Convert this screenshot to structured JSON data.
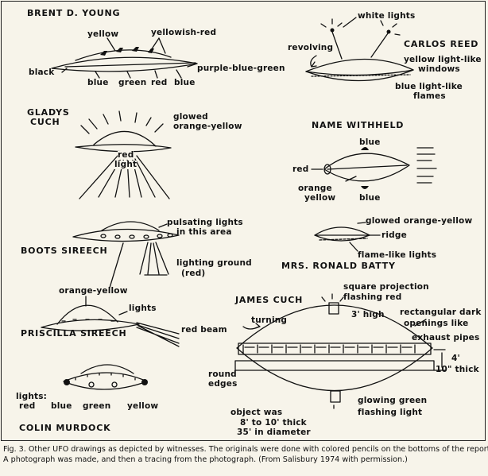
{
  "sketches": {
    "brent": {
      "name": "BRENT D. YOUNG",
      "yellow": "yellow",
      "yellowish_red": "yellowish-red",
      "black": "black",
      "purple": "purple-blue-green",
      "blue1": "blue",
      "green": "green",
      "red": "red",
      "blue2": "blue"
    },
    "carlos": {
      "name": "CARLOS REED",
      "white_lights": "white lights",
      "revolving": "revolving",
      "yellow_windows_1": "yellow light-like",
      "yellow_windows_2": "windows",
      "blue_flames_1": "blue light-like",
      "blue_flames_2": "flames"
    },
    "gladys": {
      "name_1": "GLADYS",
      "name_2": "CUCH",
      "glowed_1": "glowed",
      "glowed_2": "orange-yellow",
      "red_1": "red",
      "red_2": "light"
    },
    "withheld": {
      "name": "NAME WITHHELD",
      "blue_top": "blue",
      "red": "red",
      "orange_1": "orange",
      "orange_2": "yellow",
      "blue_bottom": "blue"
    },
    "boots": {
      "name": "BOOTS SIREECH",
      "pulsating_1": "pulsating lights",
      "pulsating_2": "in this area",
      "ground_1": "lighting ground",
      "ground_2": "(red)"
    },
    "batty": {
      "name": "MRS. RONALD BATTY",
      "glowed": "glowed orange-yellow",
      "ridge": "ridge",
      "flame": "flame-like lights"
    },
    "priscilla": {
      "name": "PRISCILLA SIREECH",
      "orange": "orange-yellow",
      "lights": "lights",
      "beam": "red beam"
    },
    "james": {
      "name": "JAMES CUCH",
      "square_1": "square projection",
      "square_2": "flashing red",
      "high": "3' high",
      "turning": "turning",
      "rect_1": "rectangular dark",
      "rect_2": "openings like",
      "rect_3": "exhaust pipes",
      "four": "4'",
      "thick": "10\" thick",
      "round_1": "round",
      "round_2": "edges",
      "glow_1": "glowing green",
      "glow_2": "flashing light",
      "obj_1": "object was",
      "obj_2": "8' to 10' thick",
      "obj_3": "35' in diameter"
    },
    "colin": {
      "name": "COLIN MURDOCK",
      "lights": "lights:",
      "red": "red",
      "blue": "blue",
      "green": "green",
      "yellow": "yellow"
    }
  },
  "caption": {
    "line1": "Fig. 3. Other UFO drawings as depicted by witnesses. The originals were done with colored pencils on the bottoms of the reports.",
    "line2": "A photograph was made, and then a tracing from the photograph. (From Salisbury 1974 with permission.)"
  }
}
